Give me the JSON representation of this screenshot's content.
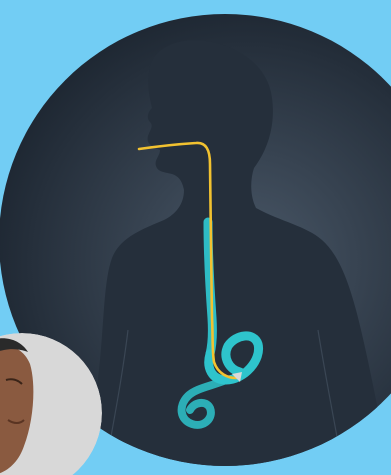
{
  "colors": {
    "background": "#72cdf4",
    "circle_center": "#4a5868",
    "circle_edge": "#1c2530",
    "silhouette": "#252f3b",
    "digestive_tract": "#2ec4cc",
    "endoscope_tube": "#f2c230",
    "endoscope_tip": "#d9d9d9",
    "portrait_background": "#d8d8d8",
    "portrait_face": "#8a5a40",
    "portrait_hair": "#2a2a2a"
  },
  "illustration": {
    "subject": "endoscopy-diagram",
    "elements": [
      "human-silhouette",
      "esophagus",
      "stomach",
      "duodenum",
      "endoscope-tube",
      "endoscope-camera-tip"
    ]
  },
  "portrait": {
    "subject": "person-photo"
  }
}
